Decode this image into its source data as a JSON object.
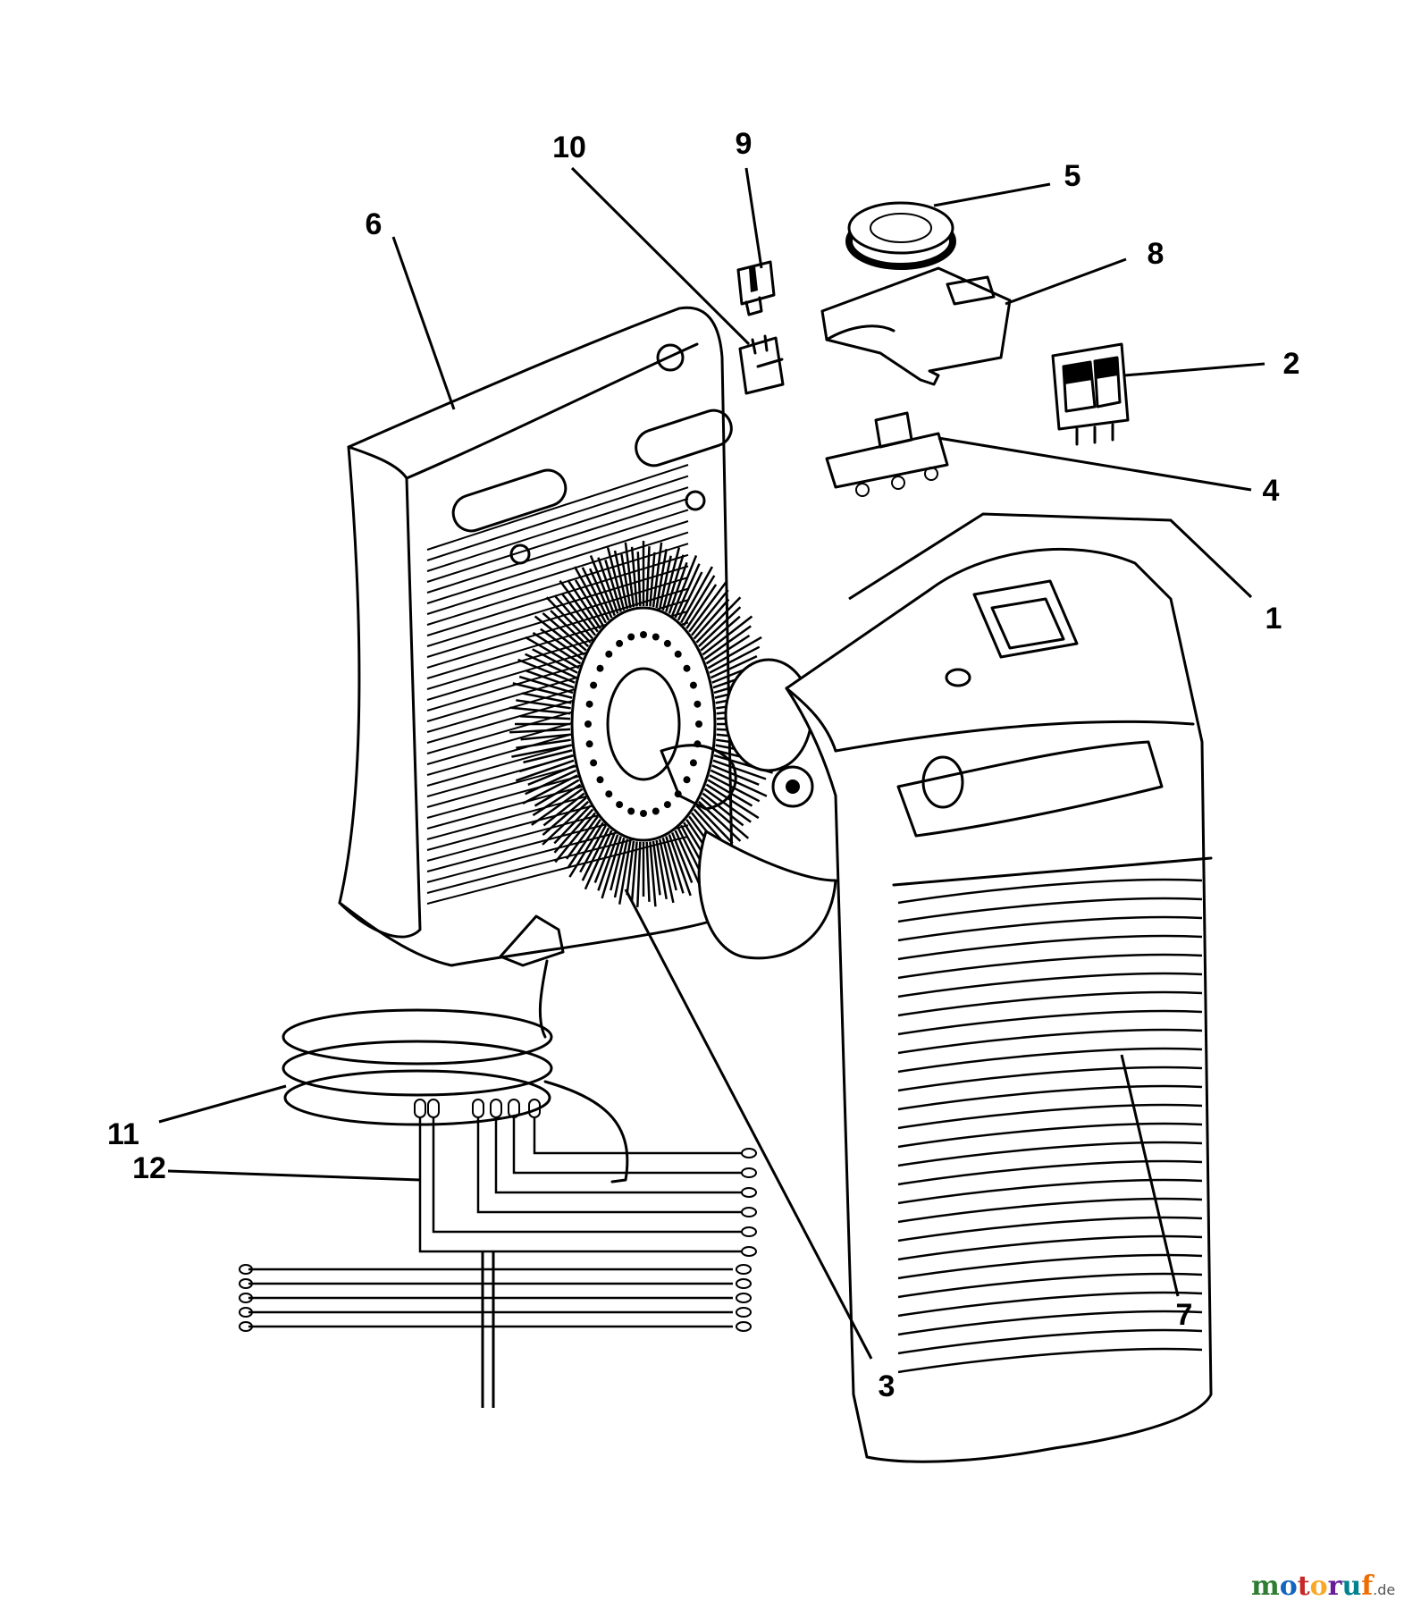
{
  "callouts": [
    {
      "id": "1",
      "label": "1"
    },
    {
      "id": "2",
      "label": "2"
    },
    {
      "id": "3",
      "label": "3"
    },
    {
      "id": "4",
      "label": "4"
    },
    {
      "id": "5",
      "label": "5"
    },
    {
      "id": "6",
      "label": "6"
    },
    {
      "id": "7",
      "label": "7"
    },
    {
      "id": "8",
      "label": "8"
    },
    {
      "id": "9",
      "label": "9"
    },
    {
      "id": "10",
      "label": "10"
    },
    {
      "id": "11",
      "label": "11"
    },
    {
      "id": "12",
      "label": "12"
    }
  ],
  "watermark": {
    "letters": [
      "m",
      "o",
      "t",
      "o",
      "r",
      "u",
      "f"
    ],
    "suffix": ".de",
    "colors": [
      "#2e7d32",
      "#1565c0",
      "#c62828",
      "#f9a825",
      "#6a1b9a",
      "#00838f",
      "#ef6c00"
    ]
  }
}
